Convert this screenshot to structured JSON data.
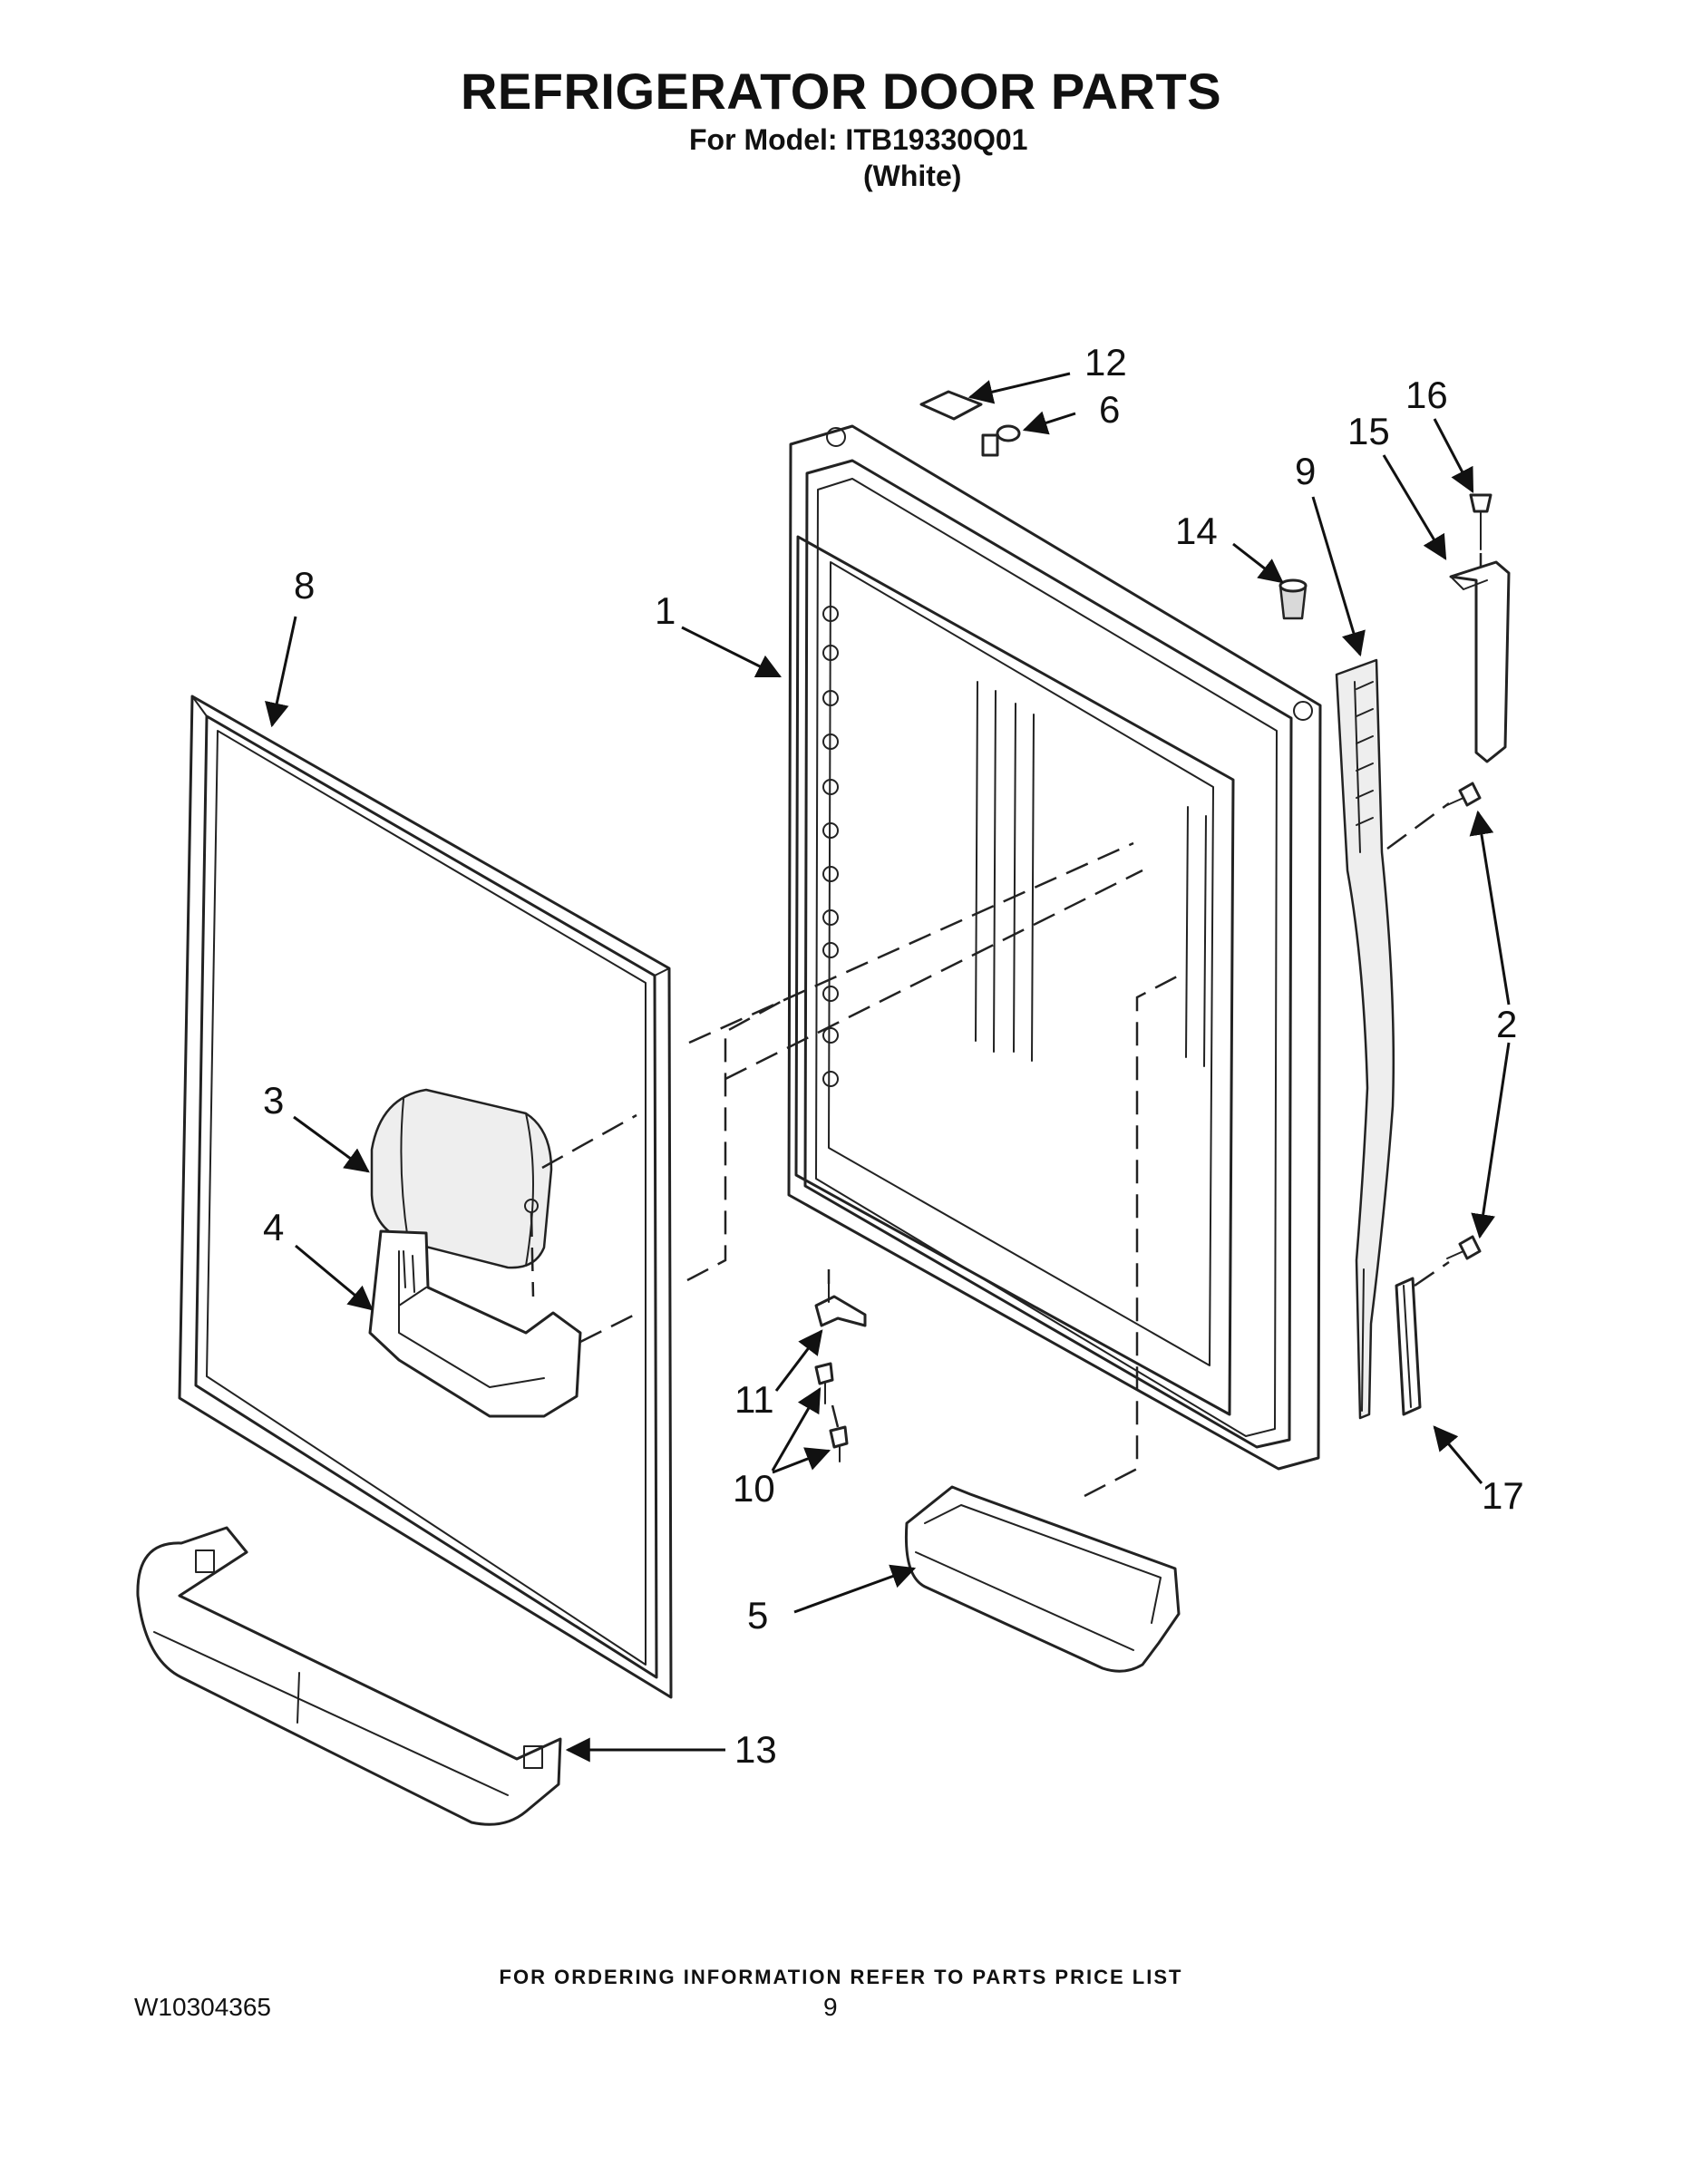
{
  "header": {
    "title": "REFRIGERATOR DOOR PARTS",
    "model_line": "For Model: ITB19330Q01",
    "variant": "(White)"
  },
  "diagram": {
    "callouts": [
      {
        "id": "c1",
        "label": "1"
      },
      {
        "id": "c2",
        "label": "2"
      },
      {
        "id": "c3",
        "label": "3"
      },
      {
        "id": "c4",
        "label": "4"
      },
      {
        "id": "c5",
        "label": "5"
      },
      {
        "id": "c6",
        "label": "6"
      },
      {
        "id": "c8",
        "label": "8"
      },
      {
        "id": "c9",
        "label": "9"
      },
      {
        "id": "c10",
        "label": "10"
      },
      {
        "id": "c11",
        "label": "11"
      },
      {
        "id": "c12",
        "label": "12"
      },
      {
        "id": "c13",
        "label": "13"
      },
      {
        "id": "c14",
        "label": "14"
      },
      {
        "id": "c15",
        "label": "15"
      },
      {
        "id": "c16",
        "label": "16"
      },
      {
        "id": "c17",
        "label": "17"
      }
    ]
  },
  "footer": {
    "order_note": "FOR ORDERING INFORMATION REFER TO PARTS PRICE LIST",
    "doc_number": "W10304365",
    "page_number": "9"
  }
}
